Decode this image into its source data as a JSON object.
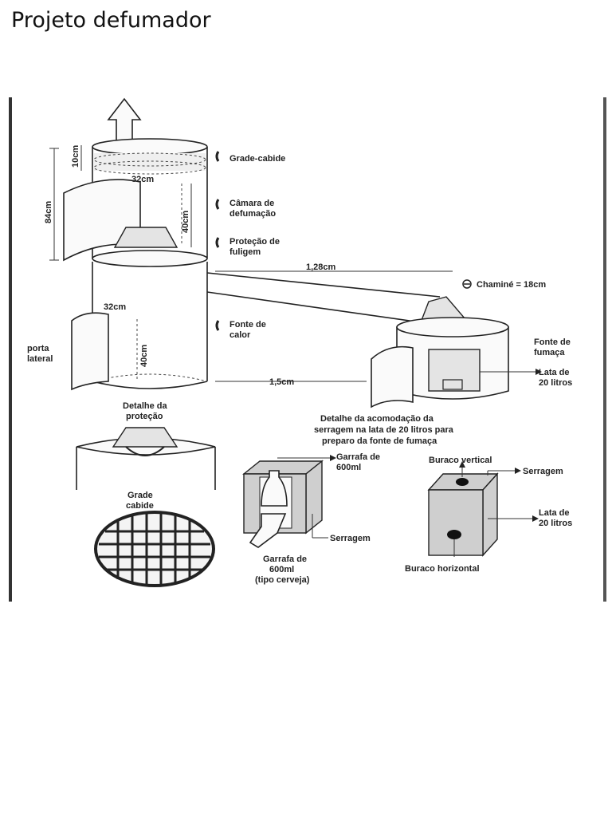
{
  "page": {
    "title": "Projeto defumador"
  },
  "diagram": {
    "labels": {
      "grade_cabide": "Grade-cabide",
      "camara_1": "Câmara de",
      "camara_2": "defumação",
      "protecao_1": "Proteção de",
      "protecao_2": "fuligem",
      "fonte_calor_1": "Fonte de",
      "fonte_calor_2": "calor",
      "porta_1": "porta",
      "porta_2": "lateral",
      "fonte_fumaca_1": "Fonte de",
      "fonte_fumaca_2": "fumaça",
      "lata_1": "Lata de",
      "lata_2": "20 litros",
      "chamine": "Chaminé = 18cm",
      "detalhe_protecao_1": "Detalhe da",
      "detalhe_protecao_2": "proteção",
      "grade_cabide_1": "Grade",
      "grade_cabide_2": "cabide",
      "detalhe_acomodacao_1": "Detalhe da acomodação da",
      "detalhe_acomodacao_2": "serragem na lata de 20 litros para",
      "detalhe_acomodacao_3": "preparo da fonte de fumaça",
      "garrafa_top_1": "Garrafa de",
      "garrafa_top_2": "600ml",
      "serragem_left": "Serragem",
      "garrafa_bottom_1": "Garrafa de",
      "garrafa_bottom_2": "600ml",
      "garrafa_bottom_3": "(tipo cerveja)",
      "buraco_vertical": "Buraco vertical",
      "serragem_right": "Serragem",
      "lata_right_1": "Lata de",
      "lata_right_2": "20 litros",
      "buraco_horizontal": "Buraco horizontal"
    },
    "dimensions": {
      "d10": "10cm",
      "d32_top": "32cm",
      "d84": "84cm",
      "d40_top": "40cm",
      "d128": "1,28cm",
      "d32_bottom": "32cm",
      "d40_bottom": "40cm",
      "d15": "1,5cm"
    }
  }
}
